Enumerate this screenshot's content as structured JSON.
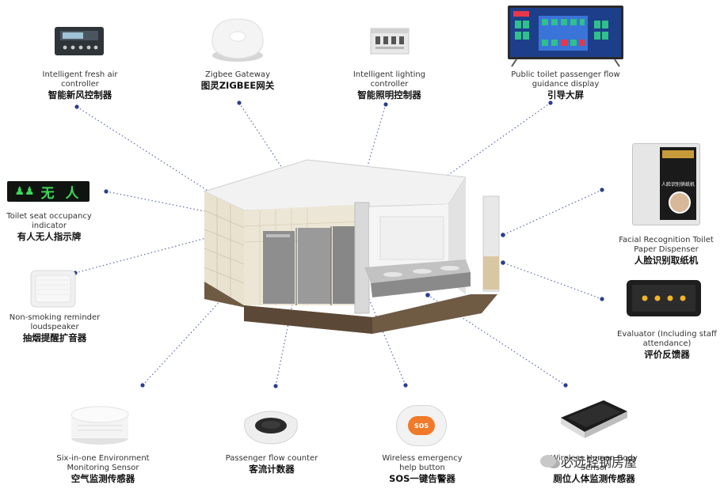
{
  "devices": {
    "fresh_air": {
      "en": "Intelligent fresh air controller",
      "cn": "智能新风控制器"
    },
    "zigbee": {
      "en": "Zigbee Gateway",
      "cn": "图灵ZIGBEE网关"
    },
    "lighting": {
      "en": "Intelligent lighting controller",
      "cn": "智能照明控制器"
    },
    "guidance": {
      "en": "Public toilet passenger flow guidance display",
      "cn": "引导大屏"
    },
    "occupancy": {
      "en": "Toilet seat occupancy indicator",
      "cn": "有人无人指示牌",
      "sign_text": "无 人"
    },
    "smoking": {
      "en": "Non-smoking reminder loudspeaker",
      "cn": "抽烟提醒扩音器"
    },
    "facial": {
      "en": "Facial Recognition Toilet Paper Dispenser",
      "cn": "人脸识别取纸机",
      "screen_text": "人脸识别供纸机"
    },
    "evaluator": {
      "en": "Evaluator (Including staff attendance)",
      "cn": "评价反馈器"
    },
    "env_sensor": {
      "en": "Six-in-one Environment Monitoring Sensor",
      "cn": "空气监测传感器"
    },
    "flow_counter": {
      "en": "Passenger flow counter",
      "cn": "客流计数器"
    },
    "sos": {
      "en": "Wireless emergency help button",
      "cn": "SOS一键告警器",
      "button_text": "SOS"
    },
    "body_sensor": {
      "en": "Wireless Human Body Sensor",
      "cn": "厕位人体监测传感器"
    }
  },
  "watermark": {
    "text": "必远轻钢房屋"
  },
  "colors": {
    "dot": "#2a3f8f",
    "line": "#5a6aa8",
    "screen_blue": "#1d3f8a",
    "sos_orange": "#f07a2a",
    "sign_green": "#3cd85a"
  }
}
